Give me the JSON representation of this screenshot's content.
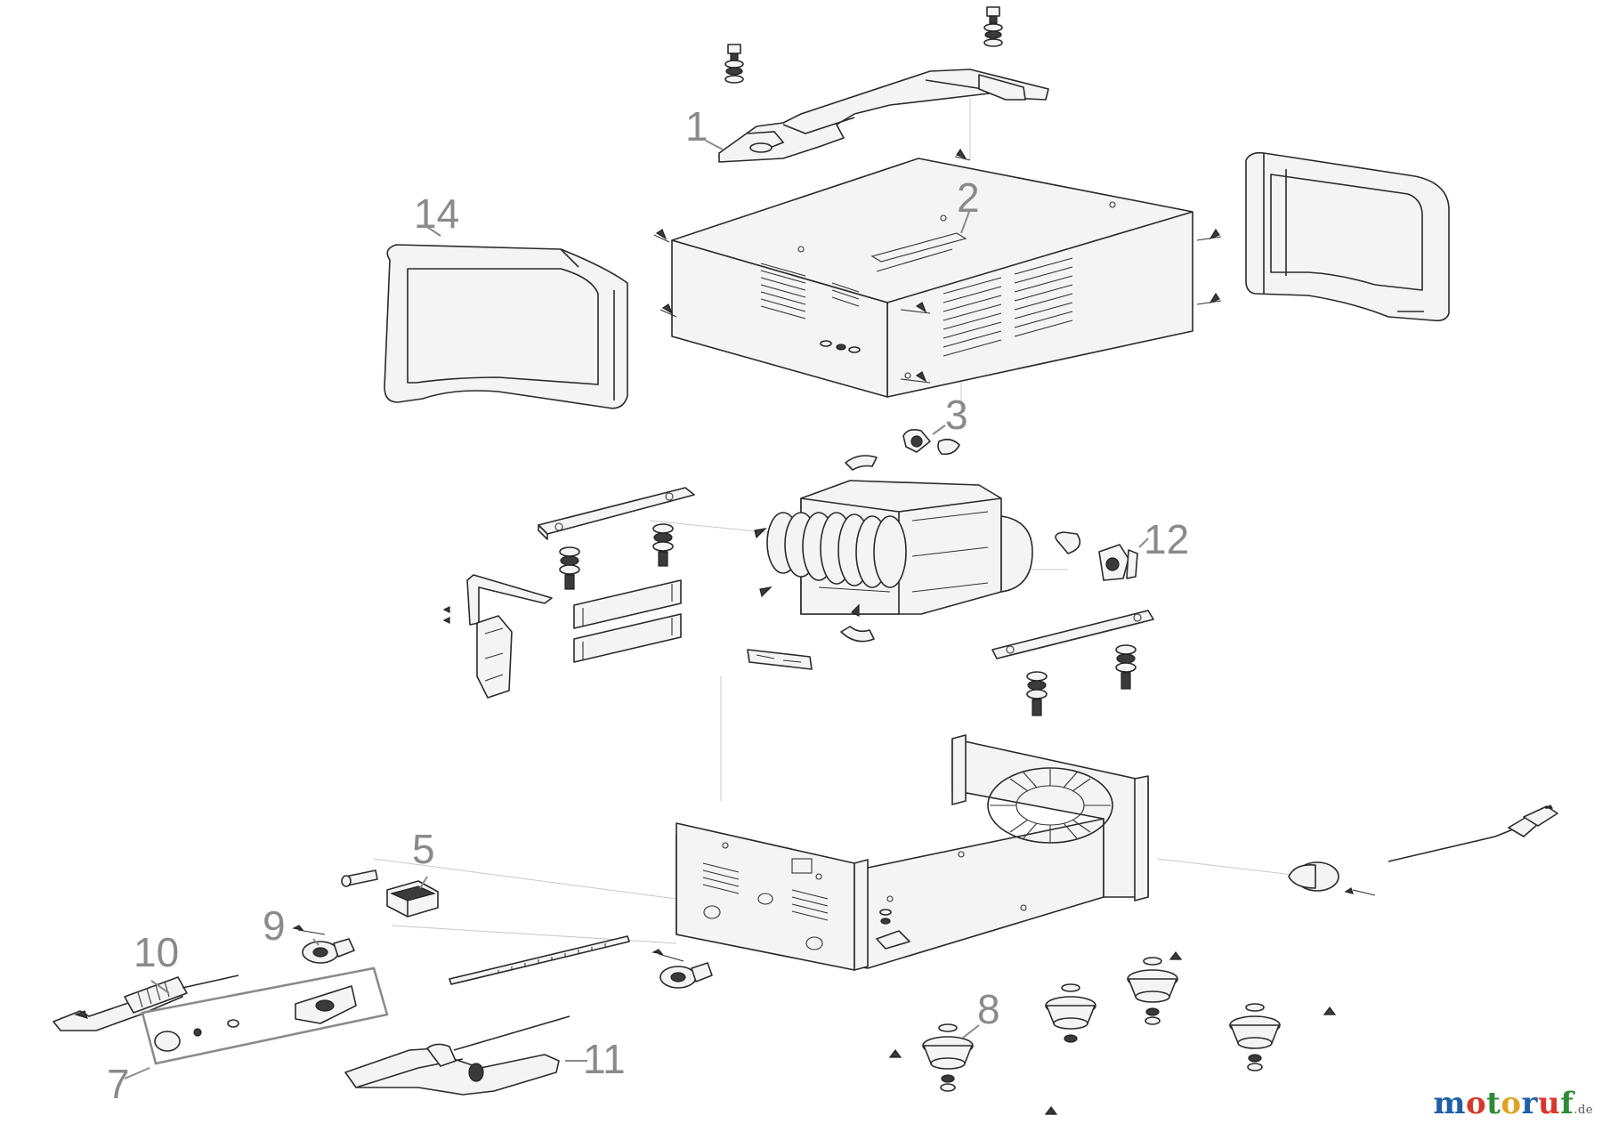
{
  "callouts": [
    {
      "id": "1",
      "text": "1"
    },
    {
      "id": "2",
      "text": "2"
    },
    {
      "id": "3",
      "text": "3"
    },
    {
      "id": "5",
      "text": "5"
    },
    {
      "id": "7",
      "text": "7"
    },
    {
      "id": "8",
      "text": "8"
    },
    {
      "id": "9",
      "text": "9"
    },
    {
      "id": "10",
      "text": "10"
    },
    {
      "id": "11",
      "text": "11"
    },
    {
      "id": "12",
      "text": "12"
    },
    {
      "id": "14",
      "text": "14"
    }
  ],
  "watermark": {
    "letters": [
      "m",
      "o",
      "t",
      "o",
      "r",
      "u",
      "f"
    ],
    "colors": [
      "#1f5fa8",
      "#d8372b",
      "#2e8b3a",
      "#e0a321",
      "#1f5fa8",
      "#d8372b",
      "#2e8b3a"
    ],
    "tld": ".de"
  }
}
